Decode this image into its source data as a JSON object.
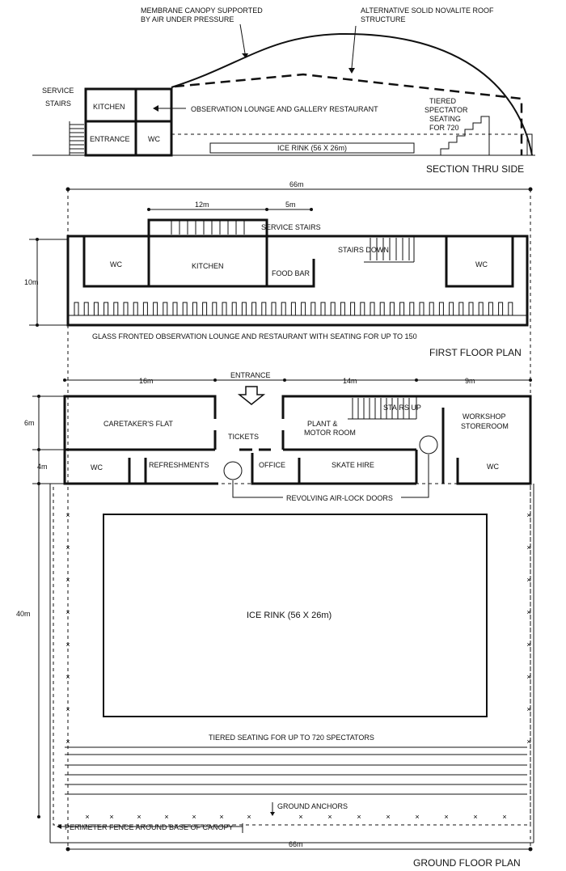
{
  "section": {
    "title": "SECTION THRU SIDE",
    "membrane_note_1": "MEMBRANE CANOPY SUPPORTED",
    "membrane_note_2": "BY AIR UNDER PRESSURE",
    "roof_note_1": "ALTERNATIVE SOLID NOVALITE ROOF",
    "roof_note_2": "STRUCTURE",
    "service_stairs_1": "SERVICE",
    "service_stairs_2": "STAIRS",
    "kitchen": "KITCHEN",
    "entrance": "ENTRANCE",
    "wc": "WC",
    "lounge_note": "OBSERVATION LOUNGE AND GALLERY RESTAURANT",
    "seating_1": "TIERED",
    "seating_2": "SPECTATOR",
    "seating_3": "SEATING",
    "seating_4": "FOR 720",
    "rink": "ICE RINK (56 X 26m)"
  },
  "first_floor": {
    "title": "FIRST FLOOR PLAN",
    "dim_total": "66m",
    "dim_12": "12m",
    "dim_5": "5m",
    "dim_10": "10m",
    "service_stairs": "SERVICE STAIRS",
    "stairs_down": "STAIRS DOWN",
    "wc_left": "WC",
    "kitchen": "KITCHEN",
    "food_bar": "FOOD BAR",
    "wc_right": "WC",
    "lounge": "GLASS FRONTED OBSERVATION LOUNGE AND RESTAURANT WITH SEATING FOR UP TO 150"
  },
  "ground_floor": {
    "title": "GROUND FLOOR PLAN",
    "entrance": "ENTRANCE",
    "dim_16": "16m",
    "dim_14": "14m",
    "dim_9": "9m",
    "dim_6": "6m",
    "dim_4": "4m",
    "dim_40": "40m",
    "dim_66": "66m",
    "caretaker": "CARETAKER'S FLAT",
    "tickets": "TICKETS",
    "plant_1": "PLANT &",
    "plant_2": "MOTOR ROOM",
    "stairs_up": "STAIRS UP",
    "workshop": "WORKSHOP",
    "storeroom": "STOREROOM",
    "wc_left": "WC",
    "refreshments": "REFRESHMENTS",
    "office": "OFFICE",
    "skate_hire": "SKATE HIRE",
    "wc_right": "WC",
    "doors": "REVOLVING AIR-LOCK DOORS",
    "rink": "ICE RINK (56 X 26m)",
    "seating": "TIERED SEATING FOR UP TO 720 SPECTATORS",
    "anchors": "GROUND ANCHORS",
    "fence": "PERIMETER FENCE AROUND BASE OF CANOPY"
  }
}
